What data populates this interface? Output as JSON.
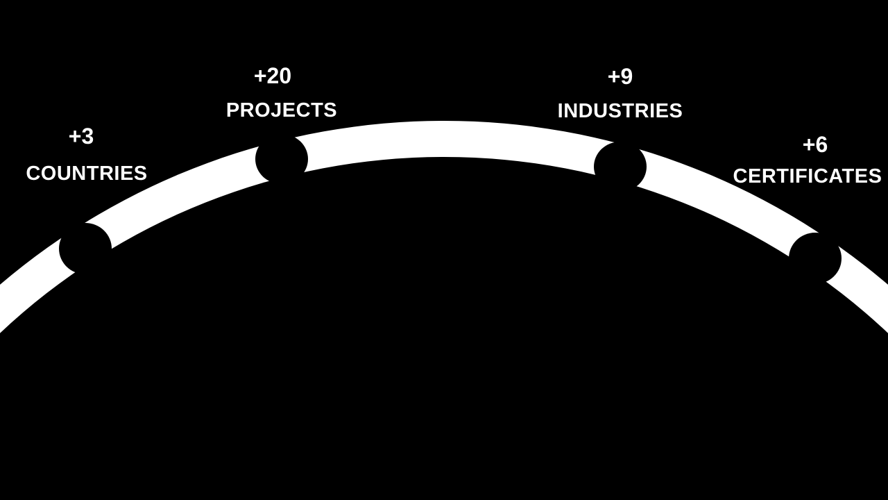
{
  "colors": {
    "background": "#000000",
    "arc": "#ffffff",
    "text": "#ffffff"
  },
  "stats": [
    {
      "value": "+3",
      "label": "COUNTRIES"
    },
    {
      "value": "+20",
      "label": "PROJECTS"
    },
    {
      "value": "+9",
      "label": "INDUSTRIES"
    },
    {
      "value": "+6",
      "label": "CERTIFICATES"
    }
  ]
}
